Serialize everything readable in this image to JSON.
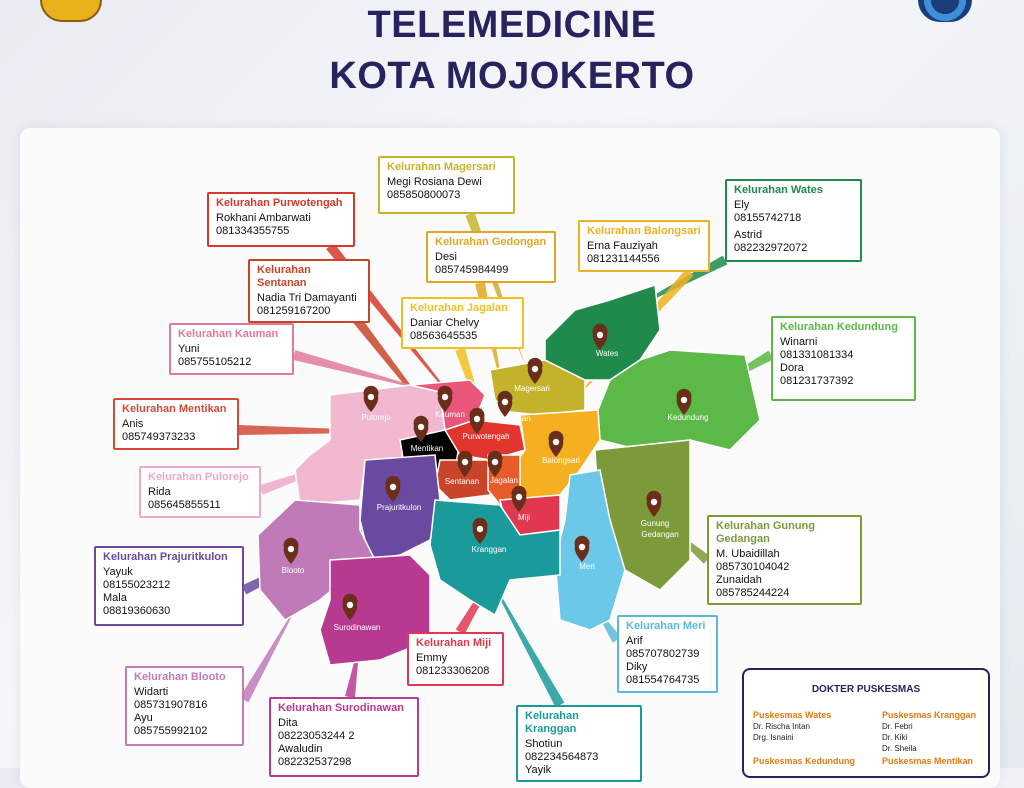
{
  "title_line1": "TELEMEDICINE",
  "title_line2": "KOTA MOJOKERTO",
  "map": {
    "district_labels": [
      "Wates",
      "Magersari",
      "Kedundung",
      "Pulorejo",
      "Kauman",
      "Gedongan",
      "Purwotengah",
      "Mentikan",
      "Balongsari",
      "Sentanan",
      "Jagalan",
      "Miji",
      "Prajuritkulon",
      "Gunung Gedangan",
      "Blooto",
      "Kranggan",
      "Meri",
      "Surodinawan"
    ],
    "colors": {
      "wates": "#1f8a4c",
      "magersari": "#c4b22a",
      "kedundung": "#5cb847",
      "pulorejo": "#f2b8cf",
      "kauman": "#e8577a",
      "purwotengah": "#e2352d",
      "sentanan": "#c9452a",
      "balongsari": "#f4b020",
      "jagalan": "#e85b2a",
      "miji": "#e0384f",
      "prajuritkulon": "#6a4aa0",
      "gunung_gedangan": "#7c9a3a",
      "blooto": "#c07ab8",
      "kranggan": "#1a9a9a",
      "meri": "#6cc8e8",
      "surodinawan": "#b83a90"
    }
  },
  "cards": [
    {
      "title": "Kelurahan Purwotengah",
      "color": "#d43a2a",
      "lines": [
        "Rokhani Ambarwati",
        "081334355755"
      ]
    },
    {
      "title": "Kelurahan Magersari",
      "color": "#c8b42a",
      "lines": [
        "Megi Rosiana Dewi",
        "085850800073"
      ]
    },
    {
      "title": "Kelurahan Wates",
      "color": "#1f8a4c",
      "lines": [
        "Ely",
        "08155742718",
        "",
        "Astrid",
        "082232972072"
      ]
    },
    {
      "title": "Kelurahan Gedongan",
      "color": "#e0a820",
      "lines": [
        "Desi",
        "085745984499"
      ]
    },
    {
      "title": "Kelurahan Balongsari",
      "color": "#f0b020",
      "lines": [
        "Erna Fauziyah",
        "081231144556"
      ]
    },
    {
      "title": "Kelurahan Sentanan",
      "color": "#c9452a",
      "lines": [
        "Nadia Tri Damayanti",
        "081259167200"
      ]
    },
    {
      "title": "Kelurahan Jagalan",
      "color": "#f0c020",
      "lines": [
        "Daniar Chelvy",
        "08563645535"
      ]
    },
    {
      "title": "Kelurahan Kauman",
      "color": "#e07a98",
      "lines": [
        "Yuni",
        "085755105212"
      ]
    },
    {
      "title": "Kelurahan Kedundung",
      "color": "#5cb847",
      "lines": [
        "Winarni",
        "081331081334",
        "Dora",
        "081231737392"
      ]
    },
    {
      "title": "Kelurahan Mentikan",
      "color": "#d44a3a",
      "lines": [
        "Anis",
        "085749373233"
      ]
    },
    {
      "title": "Kelurahan Pulorejo",
      "color": "#f0a8c8",
      "lines": [
        "Rida",
        "085645855511"
      ]
    },
    {
      "title": "Kelurahan Gunung Gedangan",
      "color": "#7c9a3a",
      "lines": [
        "M. Ubaidillah",
        "085730104042",
        "Zunaidah",
        "085785244224"
      ]
    },
    {
      "title": "Kelurahan Prajuritkulon",
      "color": "#6a4aa0",
      "lines": [
        "Yayuk",
        "08155023212",
        "Mala",
        "08819360630"
      ]
    },
    {
      "title": "Kelurahan Meri",
      "color": "#5ab8d8",
      "lines": [
        "Arif",
        "085707802739",
        "Diky",
        "081554764735"
      ]
    },
    {
      "title": "Kelurahan Miji",
      "color": "#e0384f",
      "lines": [
        "Emmy",
        "081233306208"
      ]
    },
    {
      "title": "Kelurahan Blooto",
      "color": "#c07ab8",
      "lines": [
        "Widarti",
        "085731907816",
        "Ayu",
        "085755992102"
      ]
    },
    {
      "title": "Kelurahan Surodinawan",
      "color": "#b83a90",
      "lines": [
        "Dita",
        "08223053244 2",
        "Awaludin",
        "082232537298"
      ]
    },
    {
      "title": "Kelurahan Kranggan",
      "color": "#1a9a9a",
      "lines": [
        "Shotiun",
        "082234564873",
        "Yayik"
      ]
    }
  ],
  "dokter": {
    "title": "DOKTER PUSKESMAS",
    "cols": [
      {
        "name": "Puskesmas Wates",
        "docs": [
          "Dr. Rischa Intan",
          "Drg. Isnaini"
        ]
      },
      {
        "name": "Puskesmas Kranggan",
        "docs": [
          "Dr. Febri",
          "Dr. Kiki",
          "Dr. Sheila"
        ]
      },
      {
        "name": "Puskesmas Kedundung",
        "docs": []
      },
      {
        "name": "Puskesmas Mentikan",
        "docs": []
      }
    ]
  }
}
